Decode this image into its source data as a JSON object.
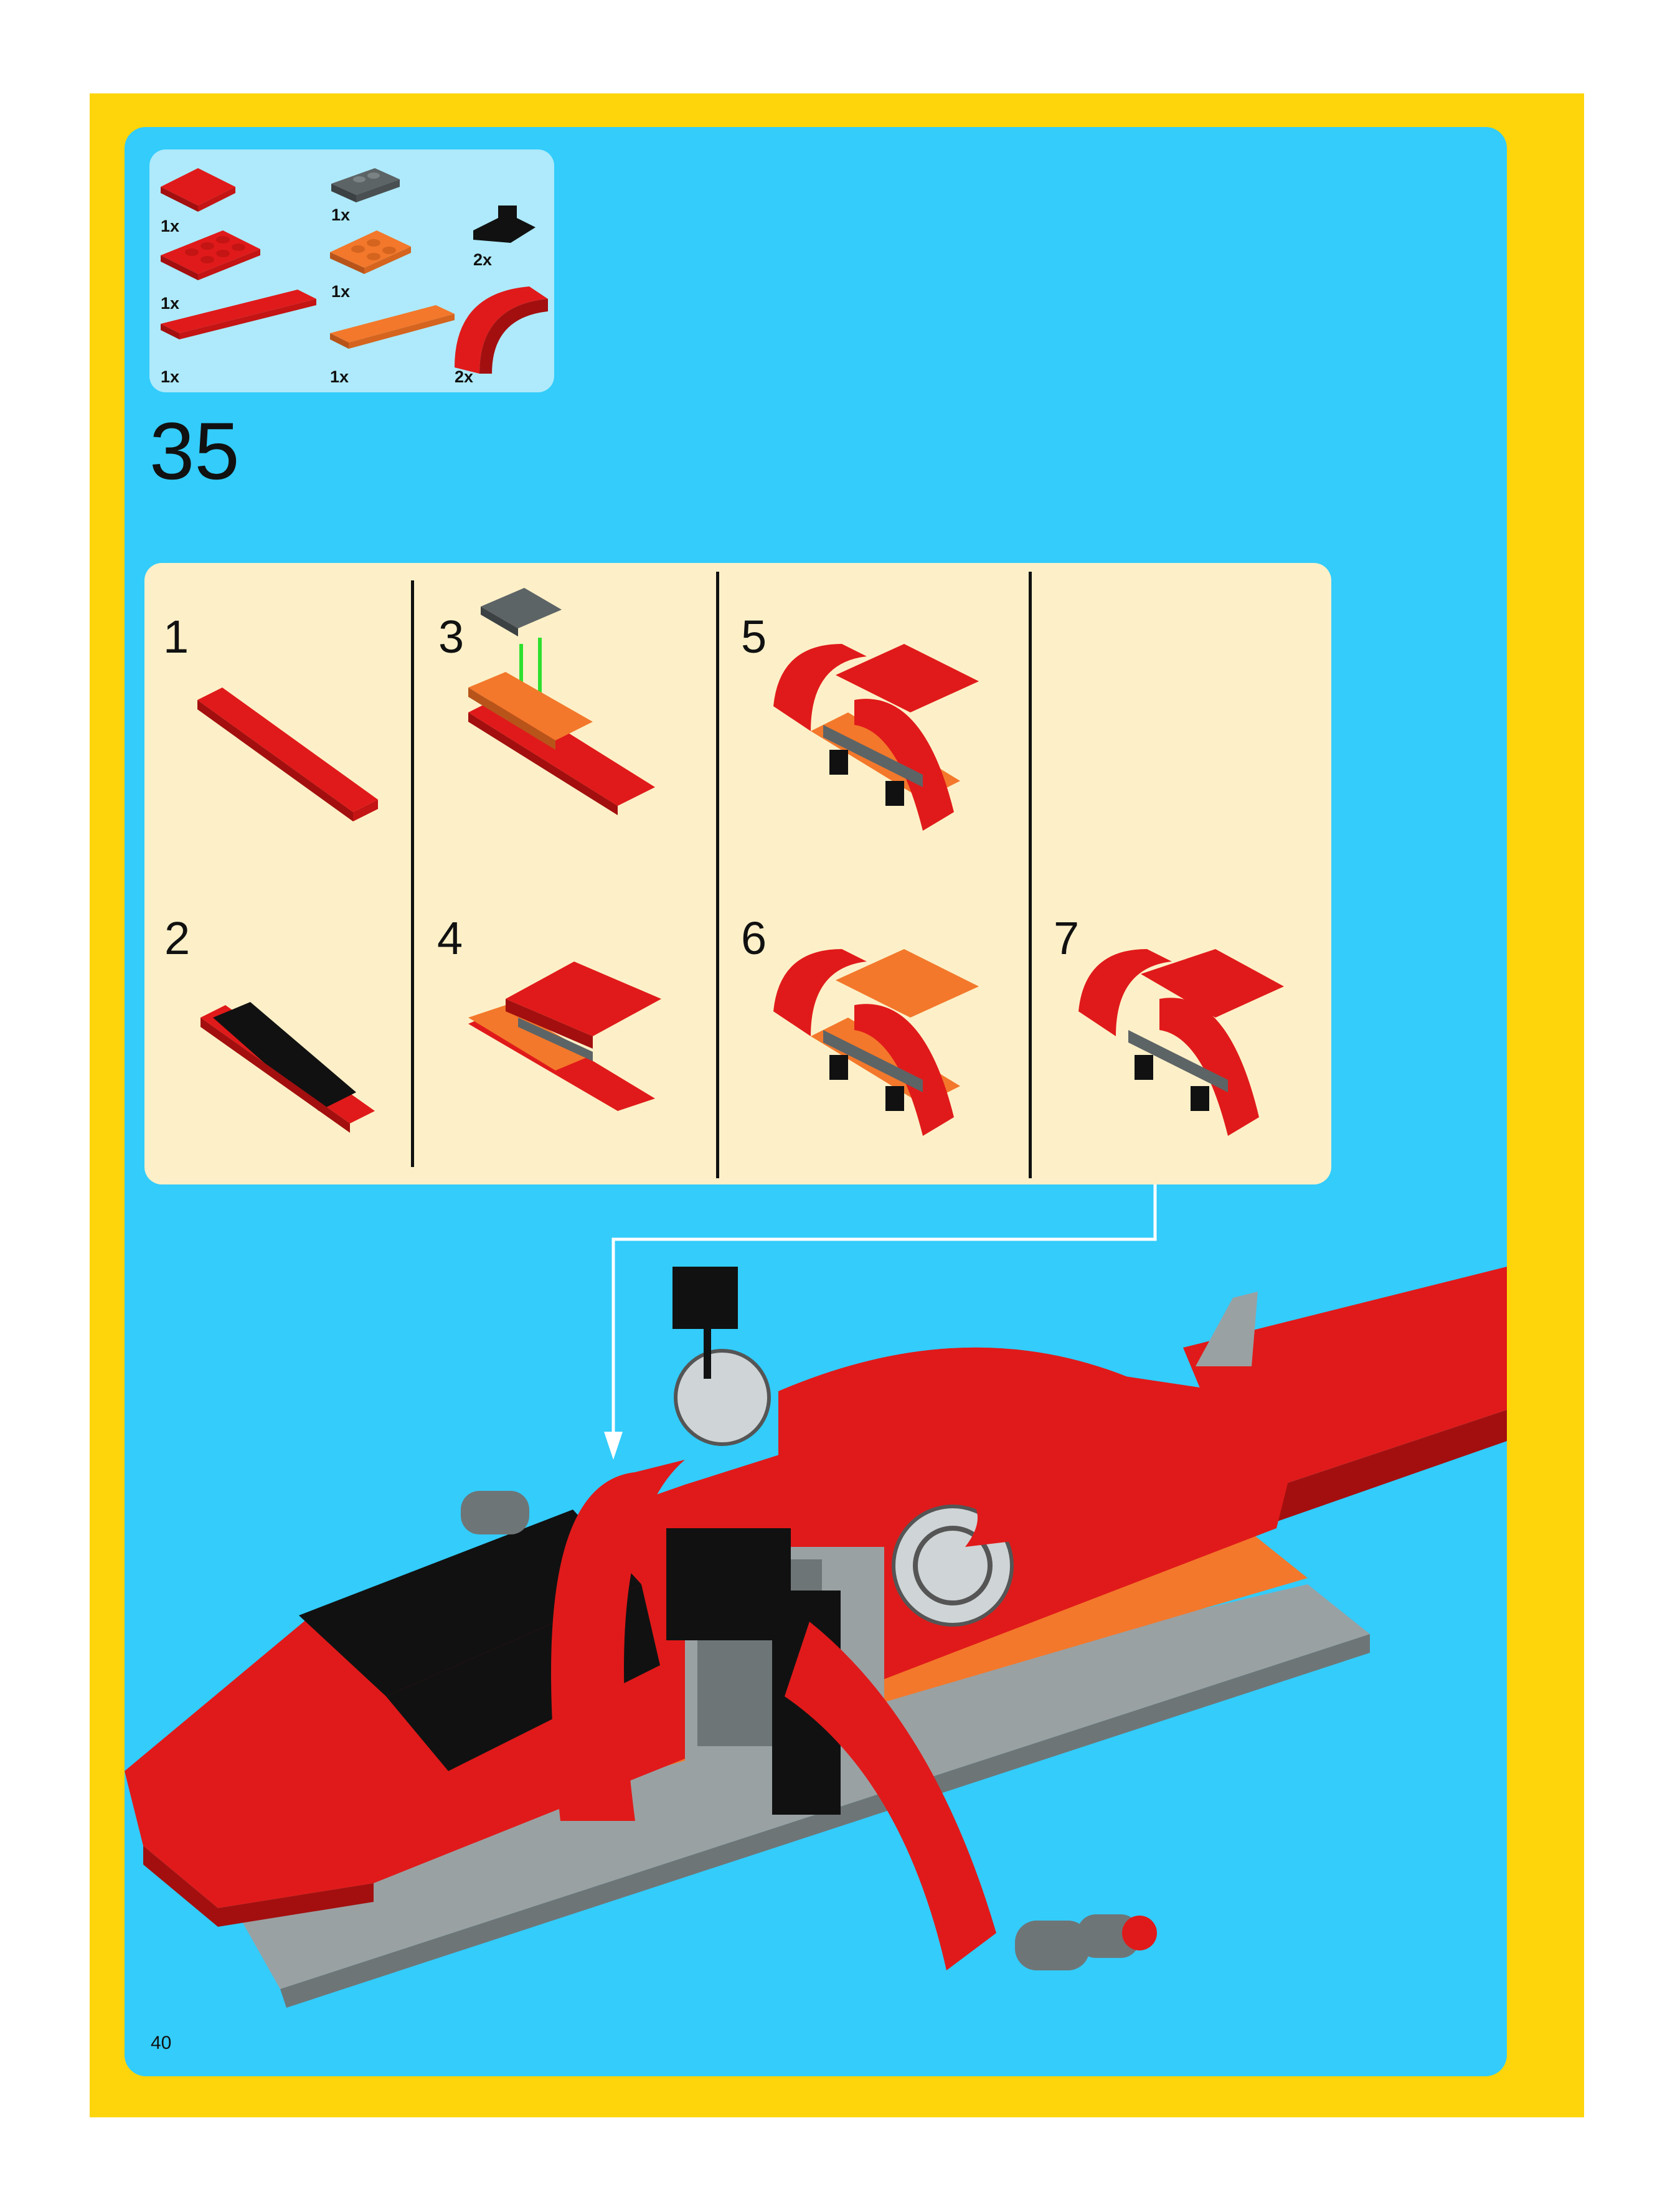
{
  "parts_list": [
    {
      "qty": "1x",
      "color": "#e01a1a",
      "name": "tile 2x2 red"
    },
    {
      "qty": "1x",
      "color": "#5d6466",
      "name": "plate 1x2 dark grey"
    },
    {
      "qty": "1x",
      "color": "#e01a1a",
      "name": "plate 2x4 red"
    },
    {
      "qty": "1x",
      "color": "#f3782b",
      "name": "plate 2x3 orange"
    },
    {
      "qty": "2x",
      "color": "#111111",
      "name": "bracket black"
    },
    {
      "qty": "1x",
      "color": "#e01a1a",
      "name": "plate 1x8 red"
    },
    {
      "qty": "1x",
      "color": "#f3782b",
      "name": "plate 1x6 orange"
    },
    {
      "qty": "2x",
      "color": "#e01a1a",
      "name": "curved slope red"
    }
  ],
  "step": {
    "number": "35"
  },
  "sub_steps": [
    "1",
    "2",
    "3",
    "4",
    "5",
    "6",
    "7"
  ],
  "page": {
    "number": "40"
  },
  "colors": {
    "frame": "#fdd50a",
    "background": "#33ccfb",
    "parts_box": "#aeeafb",
    "sub_panel": "#fdf0c8",
    "brick_red": "#e01a1a",
    "brick_orange": "#f3782b",
    "brick_grey": "#9aa1a3",
    "brick_black": "#111111"
  }
}
